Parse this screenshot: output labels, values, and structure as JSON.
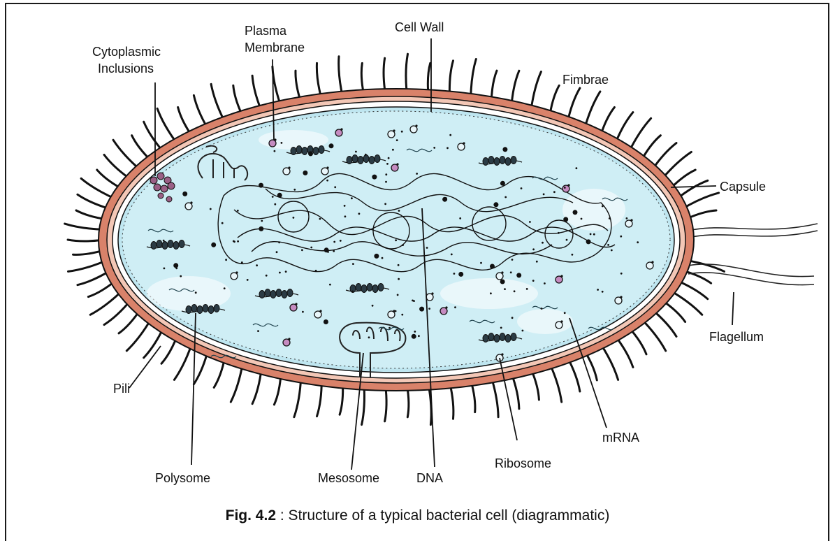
{
  "labels": {
    "cytoplasmic_line1": "Cytoplasmic",
    "cytoplasmic_line2": "Inclusions",
    "plasma_line1": "Plasma",
    "plasma_line2": "Membrane",
    "cell_wall": "Cell Wall",
    "fimbrae": "Fimbrae",
    "capsule": "Capsule",
    "flagellum": "Flagellum",
    "pili": "Pili",
    "polysome": "Polysome",
    "mesosome": "Mesosome",
    "dna": "DNA",
    "ribosome": "Ribosome",
    "mrna": "mRNA"
  },
  "caption": {
    "prefix": "Fig. 4.2",
    "text": " : Structure of a typical bacterial cell (diagrammatic)"
  },
  "colors": {
    "capsule": "#d9826a",
    "cytoplasm": "#bfe6f0",
    "ink": "#111111",
    "ribosome_pink": "#c58bc0"
  }
}
